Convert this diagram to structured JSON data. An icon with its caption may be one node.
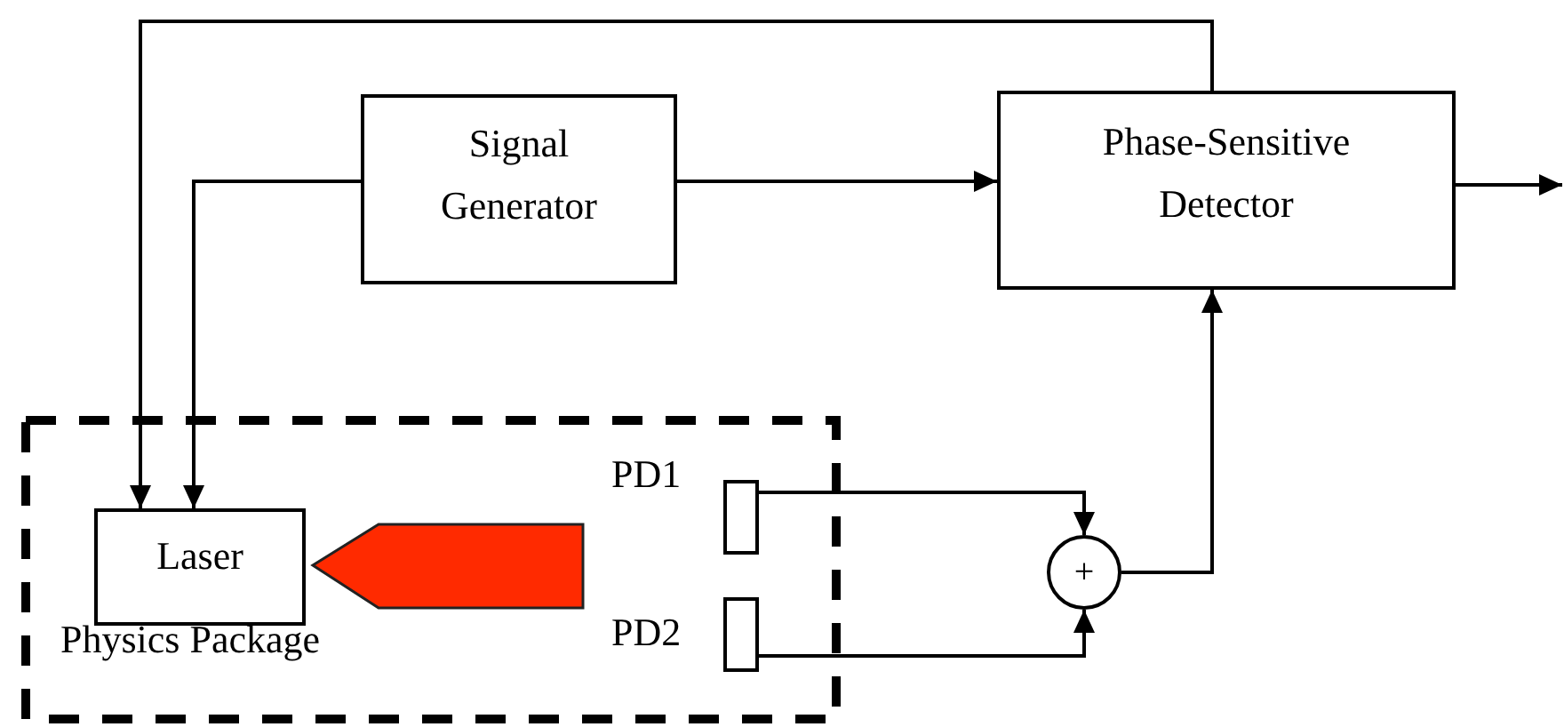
{
  "diagram": {
    "nodes": [
      {
        "text": [
          "Signal Generator"
        ]
      },
      {
        "text": [
          "Phase-Sensitive Detector"
        ]
      },
      {
        "text": [
          "Physics Package"
        ]
      },
      {
        "text": [
          "Laser"
        ],
        "in": 2
      },
      {
        "text": [
          "PD1"
        ],
        "in": 2
      },
      {
        "text": [
          "PD2"
        ],
        "in": 2
      },
      {
        "text": [
          "+"
        ]
      }
    ],
    "edges": [
      {
        "from": 1,
        "to": 3,
        "arrow": "to"
      },
      {
        "from": 0,
        "to": 3,
        "arrow": "to"
      },
      {
        "from": 0,
        "to": 1,
        "arrow": "to"
      },
      {
        "from": 1,
        "to": null,
        "arrow": "to"
      },
      {
        "from": 4,
        "to": 6,
        "arrow": "to"
      },
      {
        "from": 5,
        "to": 6,
        "arrow": "to"
      },
      {
        "from": 6,
        "to": 1,
        "arrow": "to"
      }
    ]
  }
}
